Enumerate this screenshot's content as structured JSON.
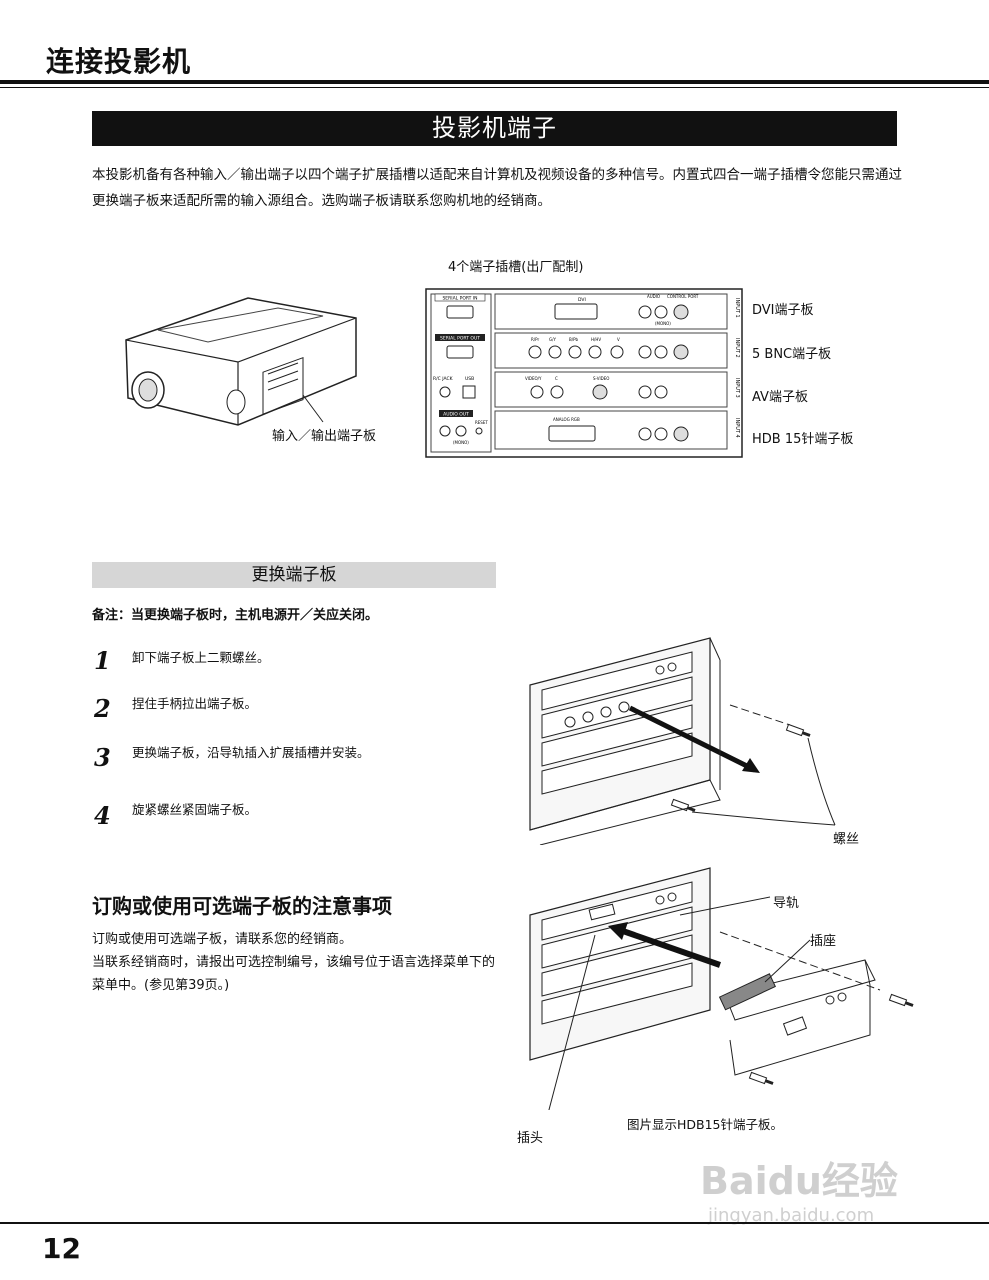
{
  "header": {
    "chapter_title": "连接投影机"
  },
  "section": {
    "title": "投影机端子",
    "intro": "本投影机备有各种输入／输出端子以四个端子扩展插槽以适配来自计算机及视频设备的多种信号。内置式四合一端子插槽令您能只需通过更换端子板来适配所需的输入源组合。选购端子板请联系您购机地的经销商。"
  },
  "figure1": {
    "slots_caption": "4个端子插槽(出厂配制)",
    "projector_label": "输入／输出端子板",
    "panel_labels": [
      "SERIAL PORT IN",
      "SERIAL PORT OUT",
      "R/C JACK",
      "USB",
      "AUDIO OUT",
      "(MONO)",
      "RESET"
    ],
    "slot_texts": [
      "DVI",
      "R/Pr",
      "G/Y",
      "B/Pb",
      "H/HV",
      "V",
      "VIDEO/Y",
      "C",
      "S-VIDEO",
      "ANALOG RGB",
      "AUDIO",
      "CONTROL PORT",
      "(MONO)"
    ],
    "slot_names": [
      "INPUT 1",
      "INPUT 2",
      "INPUT 3",
      "INPUT 4"
    ],
    "boards": [
      "DVI端子板",
      "5 BNC端子板",
      "AV端子板",
      "HDB 15针端子板"
    ]
  },
  "replace": {
    "title": "更换端子板",
    "note": "备注：当更换端子板时，主机电源开／关应关闭。",
    "steps": [
      {
        "num": "1",
        "text": "卸下端子板上二颗螺丝。"
      },
      {
        "num": "2",
        "text": "捏住手柄拉出端子板。"
      },
      {
        "num": "3",
        "text": "更换端子板，沿导轨插入扩展插槽并安装。"
      },
      {
        "num": "4",
        "text": "旋紧螺丝紧固端子板。"
      }
    ],
    "screw_label": "螺丝"
  },
  "optional": {
    "title": "订购或使用可选端子板的注意事项",
    "line1": "订购或使用可选端子板，请联系您的经销商。",
    "line2": "当联系经销商时，请报出可选控制编号，该编号位于语言选择菜单下的菜单中。(参见第39页。)",
    "rail_label": "导轨",
    "socket_label": "插座",
    "plug_label": "插头",
    "figure_caption": "图片显示HDB15针端子板。"
  },
  "footer": {
    "page_number": "12",
    "watermark_brand": "Baidu经验",
    "watermark_url": "jingyan.baidu.com"
  }
}
